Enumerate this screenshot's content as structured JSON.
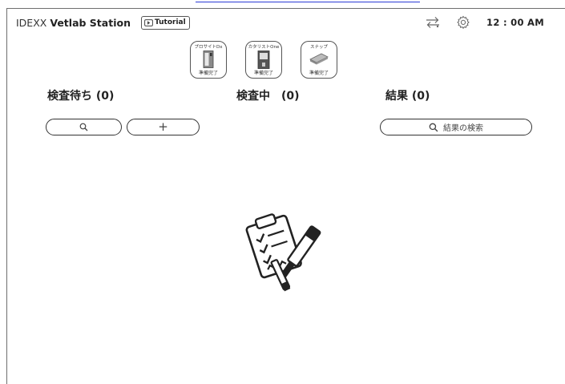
{
  "header": {
    "brand_prefix": "IDEXX",
    "brand_name": "Vetlab Station",
    "tutorial_label": "Tutorial",
    "time": "12 : 00 AM"
  },
  "devices": [
    {
      "name": "プロサイトDx",
      "status": "準備完了",
      "icon": "analyzer-tall-icon"
    },
    {
      "name": "カタリストOne",
      "status": "準備完了",
      "icon": "analyzer-box-icon"
    },
    {
      "name": "スナップ",
      "status": "準備完了",
      "icon": "snap-test-icon"
    }
  ],
  "columns": {
    "pending": {
      "title": "検査待ち (0)"
    },
    "in_progress": {
      "title": "検査中　(0)"
    },
    "results": {
      "title": "結果 (0)",
      "search_label": "結果の検索"
    }
  },
  "buttons": {
    "add_symbol": "+"
  },
  "colors": {
    "border": "#333333",
    "accent_link": "#2a3bd6"
  }
}
